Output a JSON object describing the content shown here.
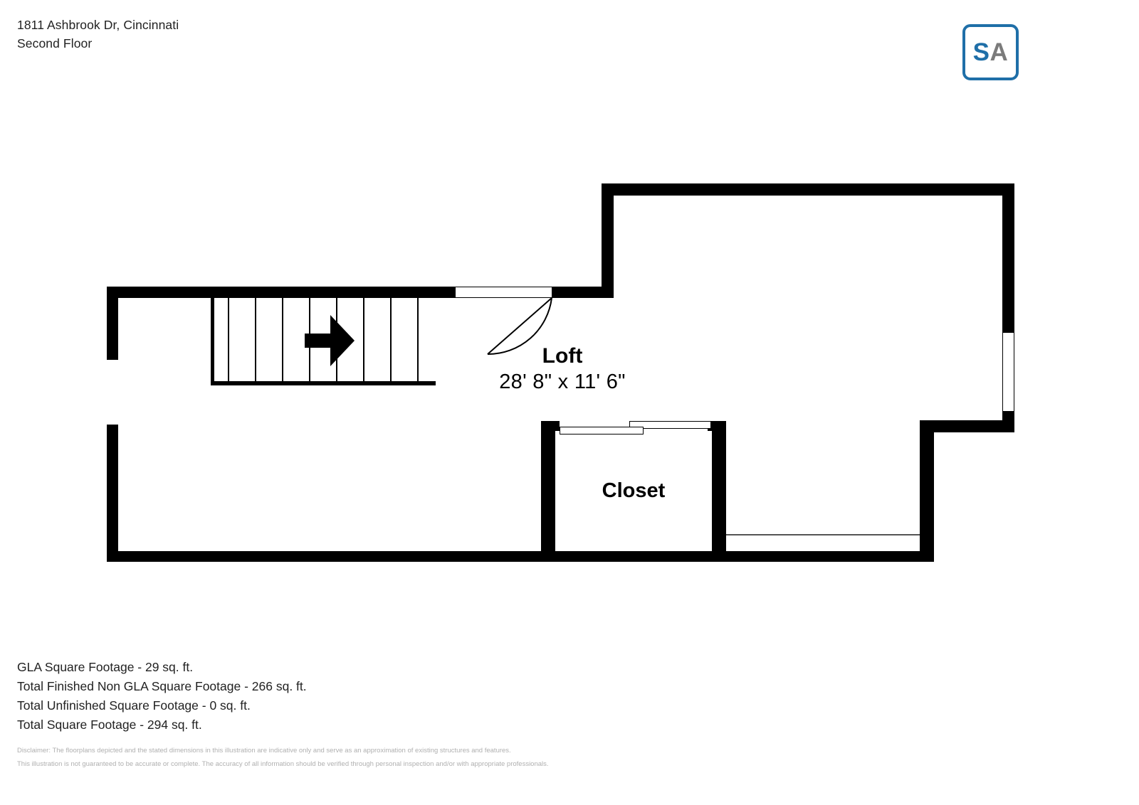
{
  "header": {
    "address": "1811 Ashbrook Dr, Cincinnati",
    "floor": "Second Floor"
  },
  "logo": {
    "first_letter": "S",
    "second_letter": "A",
    "border_color": "#1f6fa8",
    "first_letter_color": "#1f6fa8",
    "second_letter_color": "#7b7b7b"
  },
  "floorplan": {
    "rooms": [
      {
        "name": "Loft",
        "dimensions": "28' 8\" x 11' 6\""
      },
      {
        "name": "Closet",
        "dimensions": ""
      }
    ],
    "stair_direction": "up-right"
  },
  "footer": {
    "stats": [
      "GLA Square Footage - 29 sq. ft.",
      "Total Finished Non GLA Square Footage - 266 sq. ft.",
      "Total Unfinished Square Footage - 0 sq. ft.",
      "Total Square Footage - 294 sq. ft."
    ],
    "disclaimer": [
      "Disclaimer: The floorplans depicted and the stated dimensions in this illustration are indicative only and serve as an approximation of existing structures and features.",
      "This illustration is not guaranteed to be accurate or complete. The accuracy of all information should be verified through personal inspection and/or with appropriate professionals."
    ]
  }
}
